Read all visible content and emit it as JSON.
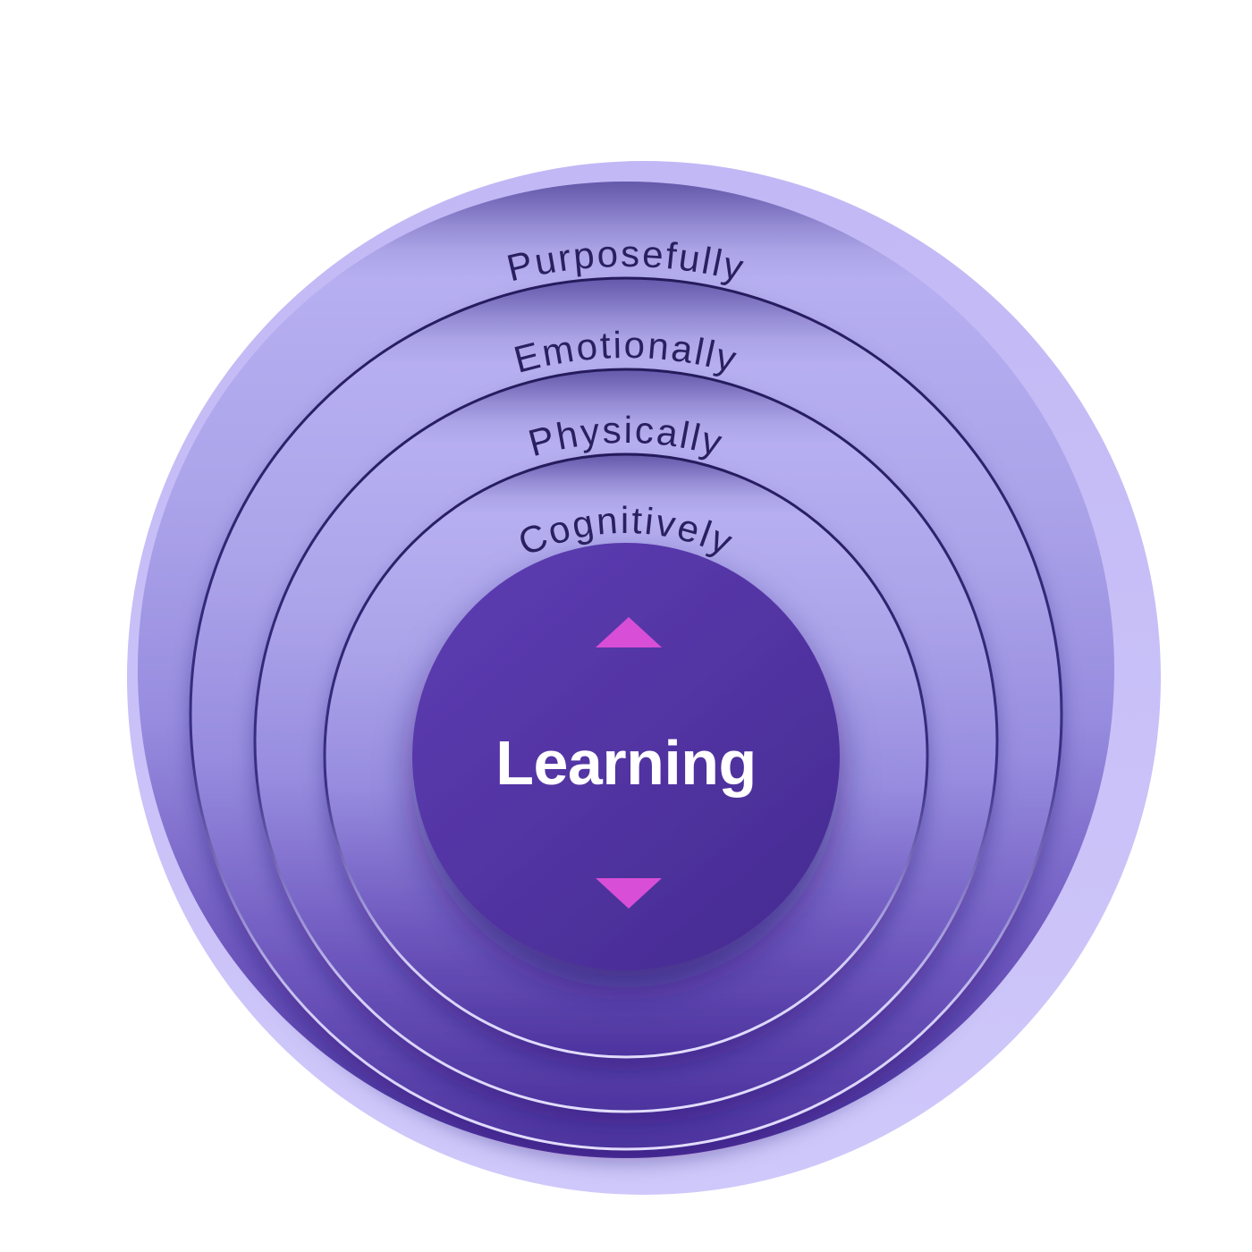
{
  "diagram": {
    "type": "concentric-rings",
    "center_label": "Learning",
    "rings": [
      {
        "label": "Purposefully"
      },
      {
        "label": "Emotionally"
      },
      {
        "label": "Physically"
      },
      {
        "label": "Cognitively"
      }
    ],
    "arrows": {
      "up": "up-arrow",
      "down": "down-arrow"
    },
    "colors": {
      "background": "#FFFFFF",
      "halo": "#C9C0F8",
      "ring_top_light": "#B7B0F1",
      "ring_bottom_dark": "#4D339F",
      "boundary_line_top": "#251B5C",
      "boundary_line_bottom": "#E2DDFC",
      "label_text": "#2A2060",
      "center_circle_top": "#5E3EB4",
      "center_circle_bottom": "#472B93",
      "center_text": "#FFFFFF",
      "arrow": "#D94ED6"
    }
  }
}
